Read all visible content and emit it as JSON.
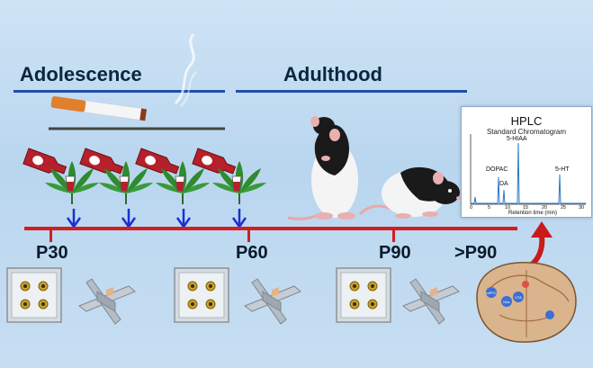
{
  "phases": {
    "adolescence": "Adolescence",
    "adulthood": "Adulthood"
  },
  "timepoints": {
    "p30": "P30",
    "p60": "P60",
    "p90": "P90",
    "p90_plus": ">P90"
  },
  "hplc": {
    "title": "HPLC",
    "subtitle": "Standard Chromatogram",
    "peaks": {
      "hiaa": "5-HIAA",
      "dopac": "DOPAC",
      "da": "DA",
      "ht": "5-HT"
    },
    "xlabel": "Retention time (min)",
    "ticks": [
      "0",
      "5",
      "10",
      "15",
      "20",
      "25",
      "30"
    ]
  },
  "brain_labels": {
    "a": "mPFC",
    "b": "NAc",
    "c": "VTA"
  },
  "colors": {
    "timeline": "#d11f1f",
    "phase_line": "#1f4fa8",
    "arrow": "#1a2fd6",
    "leaf": "#2e8b2e",
    "bottle": "#b5202a"
  }
}
